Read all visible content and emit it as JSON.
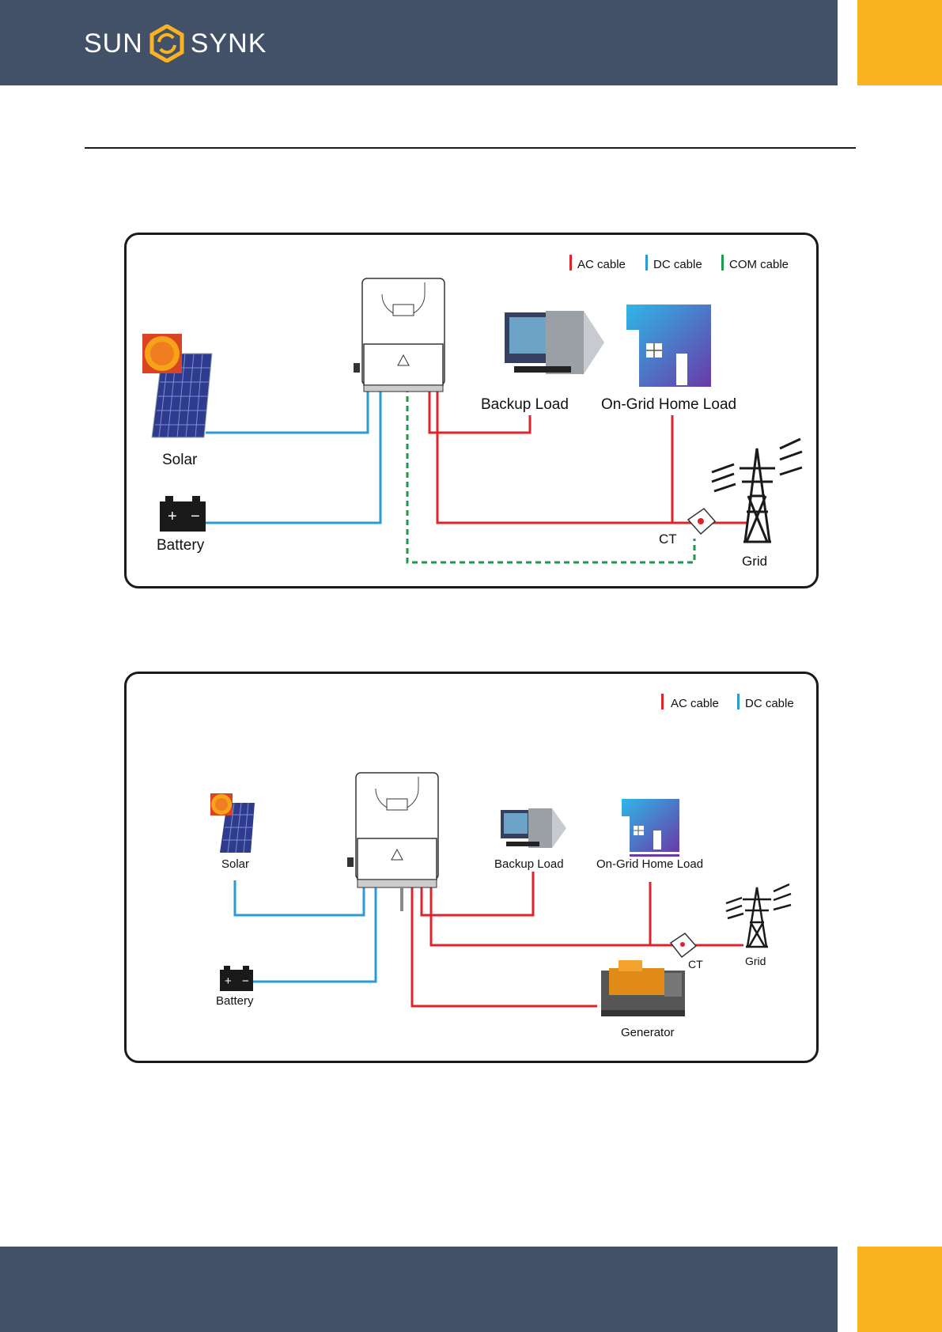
{
  "brand": {
    "left": "SUN",
    "right": "SYNK"
  },
  "colors": {
    "header": "#435168",
    "accent": "#fbb322",
    "ac_cable": "#e0232b",
    "dc_cable": "#2b9bd6",
    "com_cable": "#1a9a4a"
  },
  "diagram1": {
    "legend": [
      "AC cable",
      "DC cable",
      "COM cable"
    ],
    "labels": {
      "solar": "Solar",
      "battery": "Battery",
      "backup": "Backup Load",
      "home": "On-Grid Home Load",
      "grid": "Grid",
      "ct": "CT"
    }
  },
  "diagram2": {
    "legend": [
      "AC cable",
      "DC cable"
    ],
    "labels": {
      "solar": "Solar",
      "battery": "Battery",
      "backup": "Backup Load",
      "home": "On-Grid Home Load",
      "grid": "Grid",
      "ct": "CT",
      "generator": "Generator"
    }
  }
}
